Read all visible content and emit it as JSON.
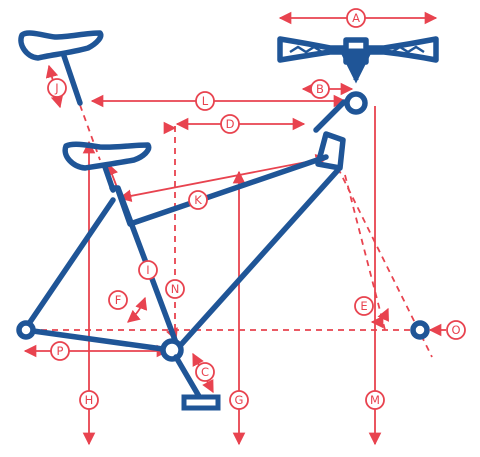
{
  "labels": {
    "A": "A",
    "B": "B",
    "C": "C",
    "D": "D",
    "E": "E",
    "F": "F",
    "G": "G",
    "H": "H",
    "I": "I",
    "J": "J",
    "K": "K",
    "L": "L",
    "M": "M",
    "N": "N",
    "O": "O",
    "P": "P"
  },
  "colors": {
    "frame": "#1f5597",
    "measure": "#e8434f",
    "background": "#ffffff"
  }
}
